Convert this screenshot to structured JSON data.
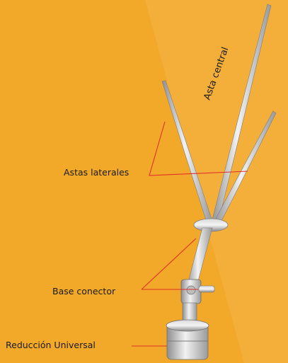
{
  "labels": {
    "central": "Asta central",
    "lateral": "Astas laterales",
    "base": "Base conector",
    "reduction": "Reducción Universal"
  },
  "colors": {
    "background": "#F2A92A",
    "band": "#F4B547",
    "leader": "#E0302A",
    "metal": "#C8C8C8"
  }
}
